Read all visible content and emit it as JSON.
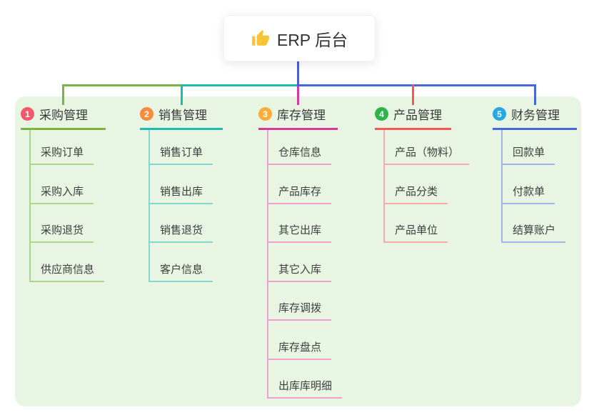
{
  "root": {
    "label": "ERP 后台",
    "icon": "thumbs-up-icon",
    "icon_color": "#f7c437"
  },
  "connector_color": "#4e5ed9",
  "branches": [
    {
      "num": "1",
      "label": "采购管理",
      "badge_color": "#f4586c",
      "color": "#7cb342",
      "light_color": "#a6d78b",
      "children": [
        "采购订单",
        "采购入库",
        "采购退货",
        "供应商信息"
      ]
    },
    {
      "num": "2",
      "label": "销售管理",
      "badge_color": "#f78c3e",
      "color": "#1bbcb4",
      "light_color": "#7fd9d3",
      "children": [
        "销售订单",
        "销售出库",
        "销售退货",
        "客户信息"
      ]
    },
    {
      "num": "3",
      "label": "库存管理",
      "badge_color": "#fbad3c",
      "color": "#d8389c",
      "light_color": "#f0a0ce",
      "children": [
        "仓库信息",
        "产品库存",
        "其它出库",
        "其它入库",
        "库存调拨",
        "库存盘点",
        "出库库明细"
      ]
    },
    {
      "num": "4",
      "label": "产品管理",
      "badge_color": "#2fb44b",
      "color": "#fa5555",
      "light_color": "#fbaaa8",
      "children": [
        "产品（物料）",
        "产品分类",
        "产品单位"
      ]
    },
    {
      "num": "5",
      "label": "财务管理",
      "badge_color": "#29a7e1",
      "color": "#4468d9",
      "light_color": "#9fb6e8",
      "children": [
        "回款单",
        "付款单",
        "结算账户"
      ]
    }
  ]
}
